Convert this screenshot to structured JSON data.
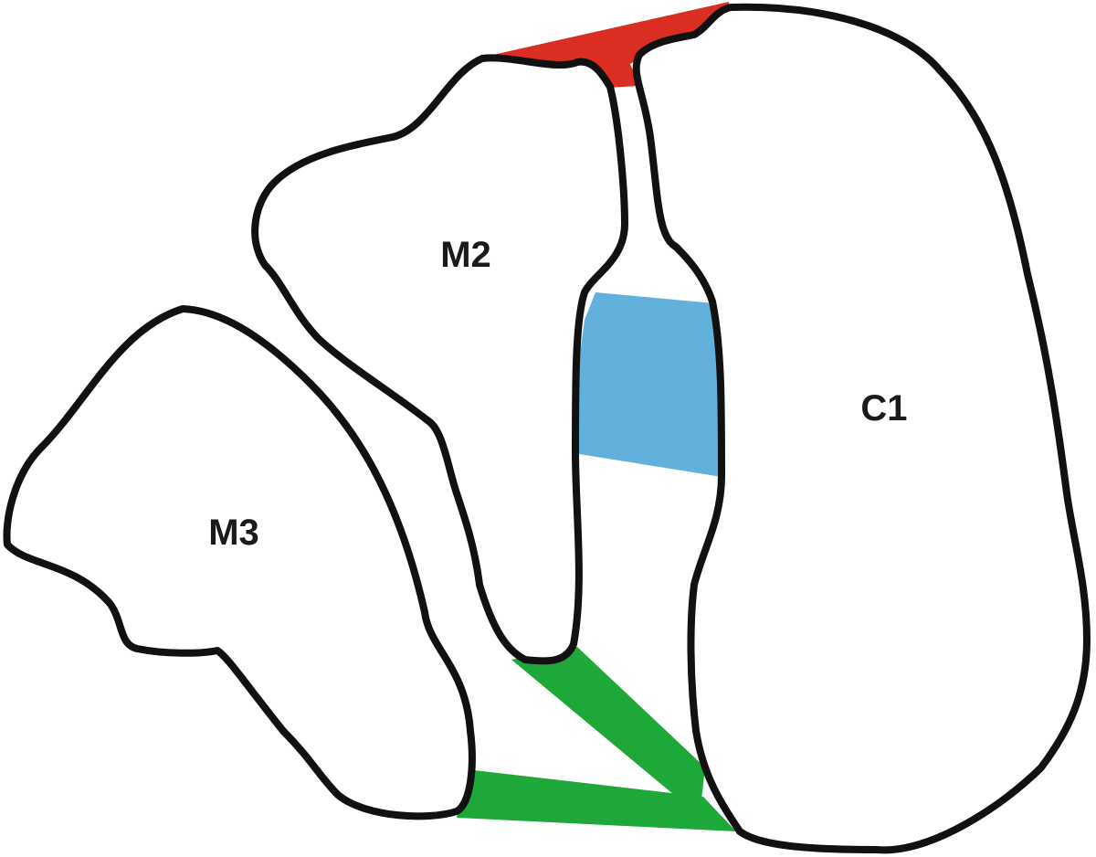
{
  "diagram": {
    "labels": {
      "m2": "M2",
      "m3": "M3",
      "c1": "C1"
    },
    "connectors": {
      "red": {
        "color": "#d92e21"
      },
      "blue": {
        "color": "#62b1dc"
      },
      "green": {
        "color": "#1fa83a"
      }
    },
    "outline_color": "#111111"
  }
}
